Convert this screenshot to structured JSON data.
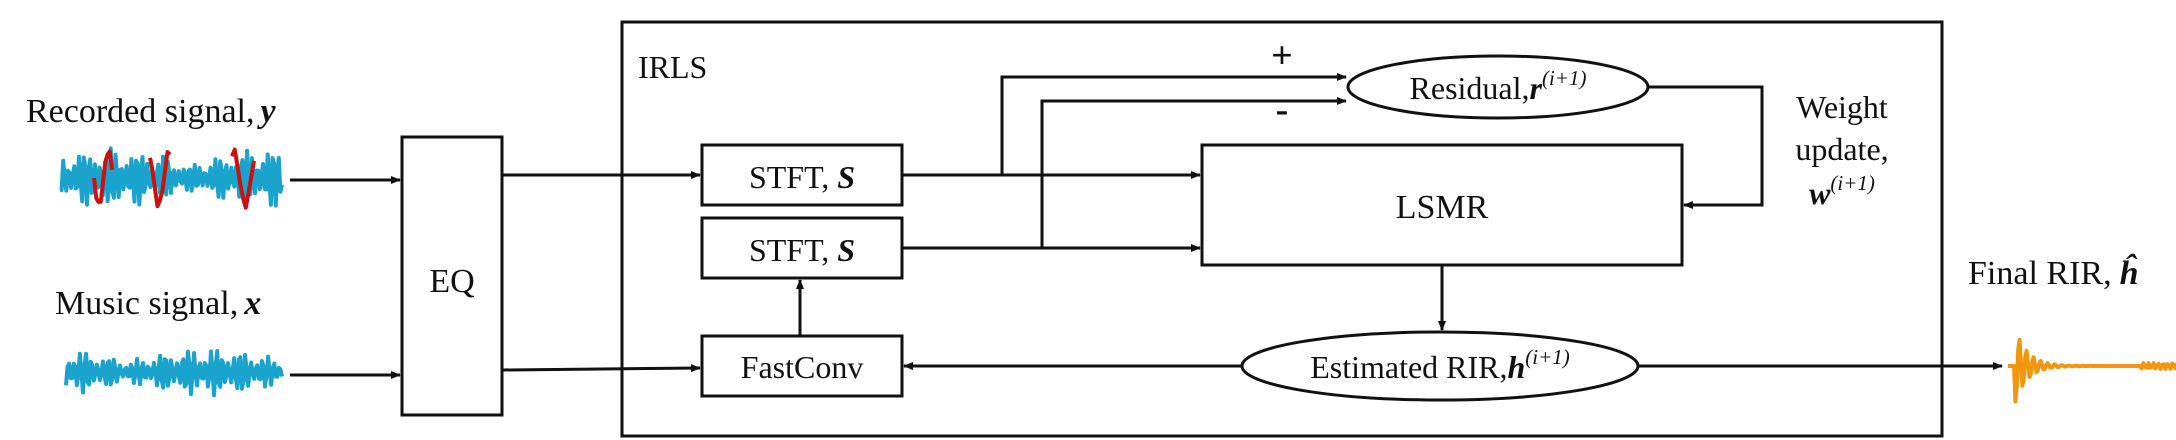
{
  "inputs": {
    "recorded": {
      "label": "Recorded signal,",
      "symbol": "y"
    },
    "music": {
      "label": "Music signal,",
      "symbol": "x"
    }
  },
  "blocks": {
    "eq": "EQ",
    "irls": "IRLS",
    "stft_top": {
      "label": "STFT,",
      "symbol": "S"
    },
    "stft_bottom": {
      "label": "STFT,",
      "symbol": "S"
    },
    "fastconv": "FastConv",
    "lsmr": "LSMR",
    "residual": {
      "label": "Residual,",
      "symbol": "r",
      "sup": "(i+1)"
    },
    "estimated": {
      "label": "Estimated RIR,",
      "symbol": "h",
      "sup": "(i+1)"
    }
  },
  "signs": {
    "plus": "+",
    "minus": "-"
  },
  "weight": {
    "line1": "Weight",
    "line2": "update,",
    "symbol": "w",
    "sup": "(i+1)"
  },
  "output": {
    "label": "Final RIR,",
    "symbol": "ĥ"
  },
  "colors": {
    "waveform": "#1aa3cc",
    "outlier": "#cc1111",
    "final_rir": "#f2960f"
  }
}
